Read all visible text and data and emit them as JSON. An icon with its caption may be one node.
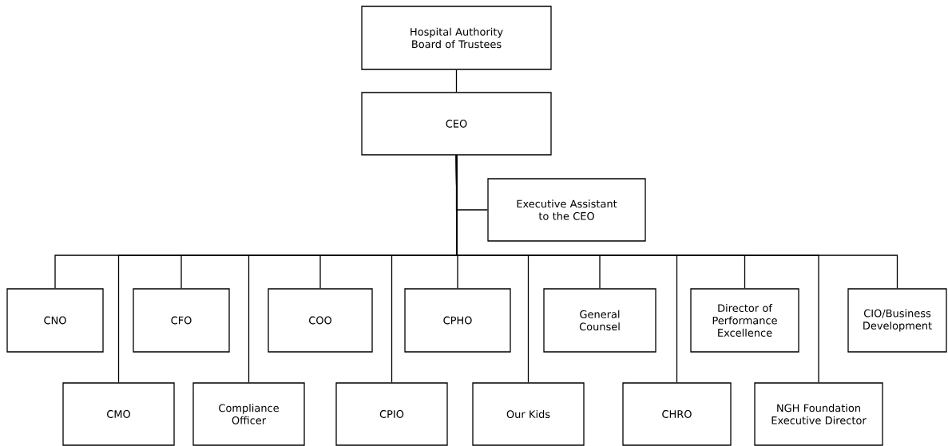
{
  "diagram": {
    "nodes": [
      {
        "text": [
          "Hospital Authority Board of Trustees"
        ]
      },
      {
        "text": [
          "CEO"
        ]
      },
      {
        "text": [
          "Executive Assistant to the CEO"
        ]
      },
      {
        "text": [
          "CNO"
        ]
      },
      {
        "text": [
          "CFO"
        ]
      },
      {
        "text": [
          "COO"
        ]
      },
      {
        "text": [
          "CPHO"
        ]
      },
      {
        "text": [
          "General Counsel"
        ]
      },
      {
        "text": [
          "Director of Performance Excellence"
        ]
      },
      {
        "text": [
          "CIO/Business Development"
        ]
      },
      {
        "text": [
          "CMO"
        ]
      },
      {
        "text": [
          "Compliance Officer"
        ]
      },
      {
        "text": [
          "CPIO"
        ]
      },
      {
        "text": [
          "Our Kids"
        ]
      },
      {
        "text": [
          "CHRO"
        ]
      },
      {
        "text": [
          "NGH Foundation Executive Director"
        ]
      }
    ],
    "edges": [
      {
        "from": 0,
        "to": 1,
        "arrow": "none"
      },
      {
        "from": 1,
        "to": 2,
        "arrow": "none"
      },
      {
        "from": 1,
        "to": 3,
        "arrow": "none"
      },
      {
        "from": 1,
        "to": 10,
        "arrow": "none"
      },
      {
        "from": 1,
        "to": 4,
        "arrow": "none"
      },
      {
        "from": 1,
        "to": 11,
        "arrow": "none"
      },
      {
        "from": 1,
        "to": 5,
        "arrow": "none"
      },
      {
        "from": 1,
        "to": 12,
        "arrow": "none"
      },
      {
        "from": 1,
        "to": 6,
        "arrow": "none"
      },
      {
        "from": 1,
        "to": 13,
        "arrow": "none"
      },
      {
        "from": 1,
        "to": 7,
        "arrow": "none"
      },
      {
        "from": 1,
        "to": 14,
        "arrow": "none"
      },
      {
        "from": 1,
        "to": 8,
        "arrow": "none"
      },
      {
        "from": 1,
        "to": 15,
        "arrow": "none"
      },
      {
        "from": 1,
        "to": 9,
        "arrow": "none"
      }
    ]
  }
}
